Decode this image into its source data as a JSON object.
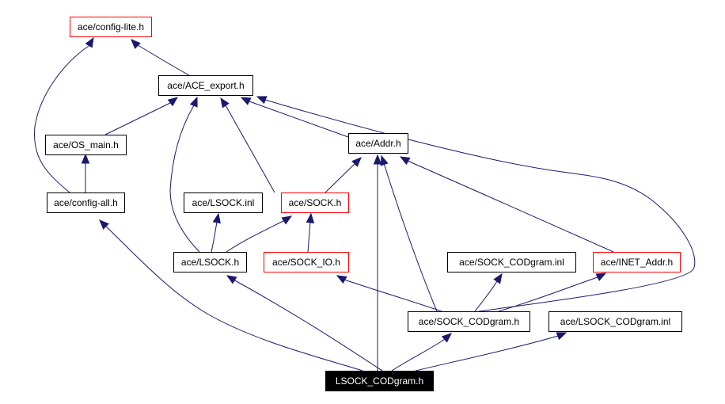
{
  "diagram": {
    "type": "include-dependency-graph",
    "root": "LSOCK_CODgram.h",
    "colors": {
      "edge": "#191970",
      "border_normal": "#000000",
      "border_truncated": "#ff0000",
      "root_fill": "#000000",
      "root_text": "#ffffff"
    },
    "nodes": [
      {
        "id": "config_lite",
        "label": "ace/config-lite.h",
        "style": "red"
      },
      {
        "id": "ace_export",
        "label": "ace/ACE_export.h",
        "style": "normal"
      },
      {
        "id": "os_main",
        "label": "ace/OS_main.h",
        "style": "normal"
      },
      {
        "id": "addr",
        "label": "ace/Addr.h",
        "style": "normal"
      },
      {
        "id": "config_all",
        "label": "ace/config-all.h",
        "style": "normal"
      },
      {
        "id": "lsock_inl",
        "label": "ace/LSOCK.inl",
        "style": "normal"
      },
      {
        "id": "sock_h",
        "label": "ace/SOCK.h",
        "style": "red"
      },
      {
        "id": "lsock_h",
        "label": "ace/LSOCK.h",
        "style": "normal"
      },
      {
        "id": "sock_io",
        "label": "ace/SOCK_IO.h",
        "style": "red"
      },
      {
        "id": "sock_codgram_inl",
        "label": "ace/SOCK_CODgram.inl",
        "style": "normal"
      },
      {
        "id": "inet_addr",
        "label": "ace/INET_Addr.h",
        "style": "red"
      },
      {
        "id": "sock_codgram_h",
        "label": "ace/SOCK_CODgram.h",
        "style": "normal"
      },
      {
        "id": "lsock_codgram_inl",
        "label": "ace/LSOCK_CODgram.inl",
        "style": "normal"
      },
      {
        "id": "root",
        "label": "LSOCK_CODgram.h",
        "style": "root"
      }
    ],
    "edges": [
      {
        "from": "ace_export",
        "to": "config_lite"
      },
      {
        "from": "config_all",
        "to": "config_lite"
      },
      {
        "from": "os_main",
        "to": "ace_export"
      },
      {
        "from": "config_all",
        "to": "os_main"
      },
      {
        "from": "lsock_h",
        "to": "ace_export"
      },
      {
        "from": "sock_h",
        "to": "ace_export"
      },
      {
        "from": "addr",
        "to": "ace_export"
      },
      {
        "from": "sock_codgram_h",
        "to": "ace_export"
      },
      {
        "from": "sock_h",
        "to": "addr"
      },
      {
        "from": "root",
        "to": "addr"
      },
      {
        "from": "sock_codgram_h",
        "to": "addr"
      },
      {
        "from": "inet_addr",
        "to": "addr"
      },
      {
        "from": "lsock_h",
        "to": "lsock_inl"
      },
      {
        "from": "lsock_h",
        "to": "sock_h"
      },
      {
        "from": "sock_io",
        "to": "sock_h"
      },
      {
        "from": "root",
        "to": "config_all"
      },
      {
        "from": "root",
        "to": "lsock_h"
      },
      {
        "from": "sock_codgram_h",
        "to": "sock_io"
      },
      {
        "from": "sock_codgram_h",
        "to": "sock_codgram_inl"
      },
      {
        "from": "sock_codgram_h",
        "to": "inet_addr"
      },
      {
        "from": "root",
        "to": "sock_codgram_h"
      },
      {
        "from": "root",
        "to": "lsock_codgram_inl"
      }
    ]
  }
}
